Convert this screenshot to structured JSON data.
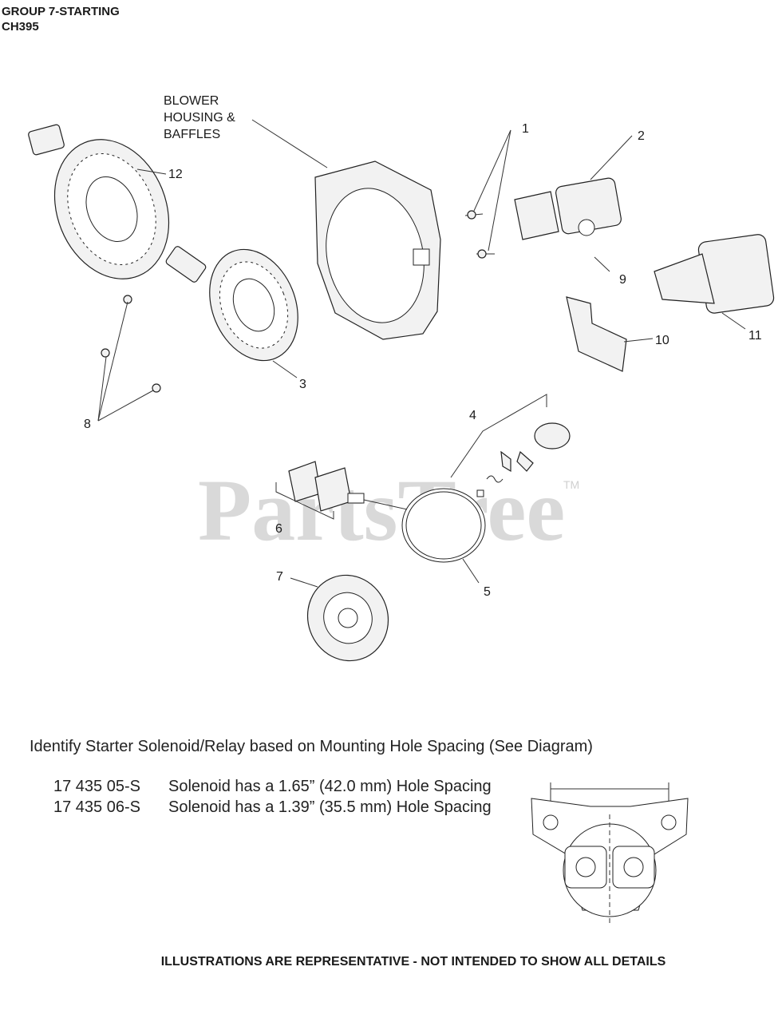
{
  "header": {
    "group": "GROUP 7-STARTING",
    "model": "CH395"
  },
  "callouts": {
    "blower": [
      "BLOWER",
      "HOUSING &",
      "BAFFLES"
    ],
    "n1": "1",
    "n2": "2",
    "n3": "3",
    "n4": "4",
    "n5": "5",
    "n6": "6",
    "n7": "7",
    "n8": "8",
    "n9": "9",
    "n10": "10",
    "n11": "11",
    "n12": "12"
  },
  "watermark": {
    "text": "PartsTree",
    "tm": "TM"
  },
  "solenoid": {
    "intro": "Identify Starter Solenoid/Relay based on Mounting Hole Spacing (See Diagram)",
    "rows": [
      {
        "part": "17 435 05-S",
        "desc": "Solenoid has a 1.65” (42.0 mm) Hole Spacing"
      },
      {
        "part": "17 435 06-S",
        "desc": "Solenoid has a 1.39” (35.5 mm) Hole Spacing"
      }
    ]
  },
  "footer": "ILLUSTRATIONS ARE REPRESENTATIVE - NOT INTENDED TO SHOW ALL DETAILS"
}
